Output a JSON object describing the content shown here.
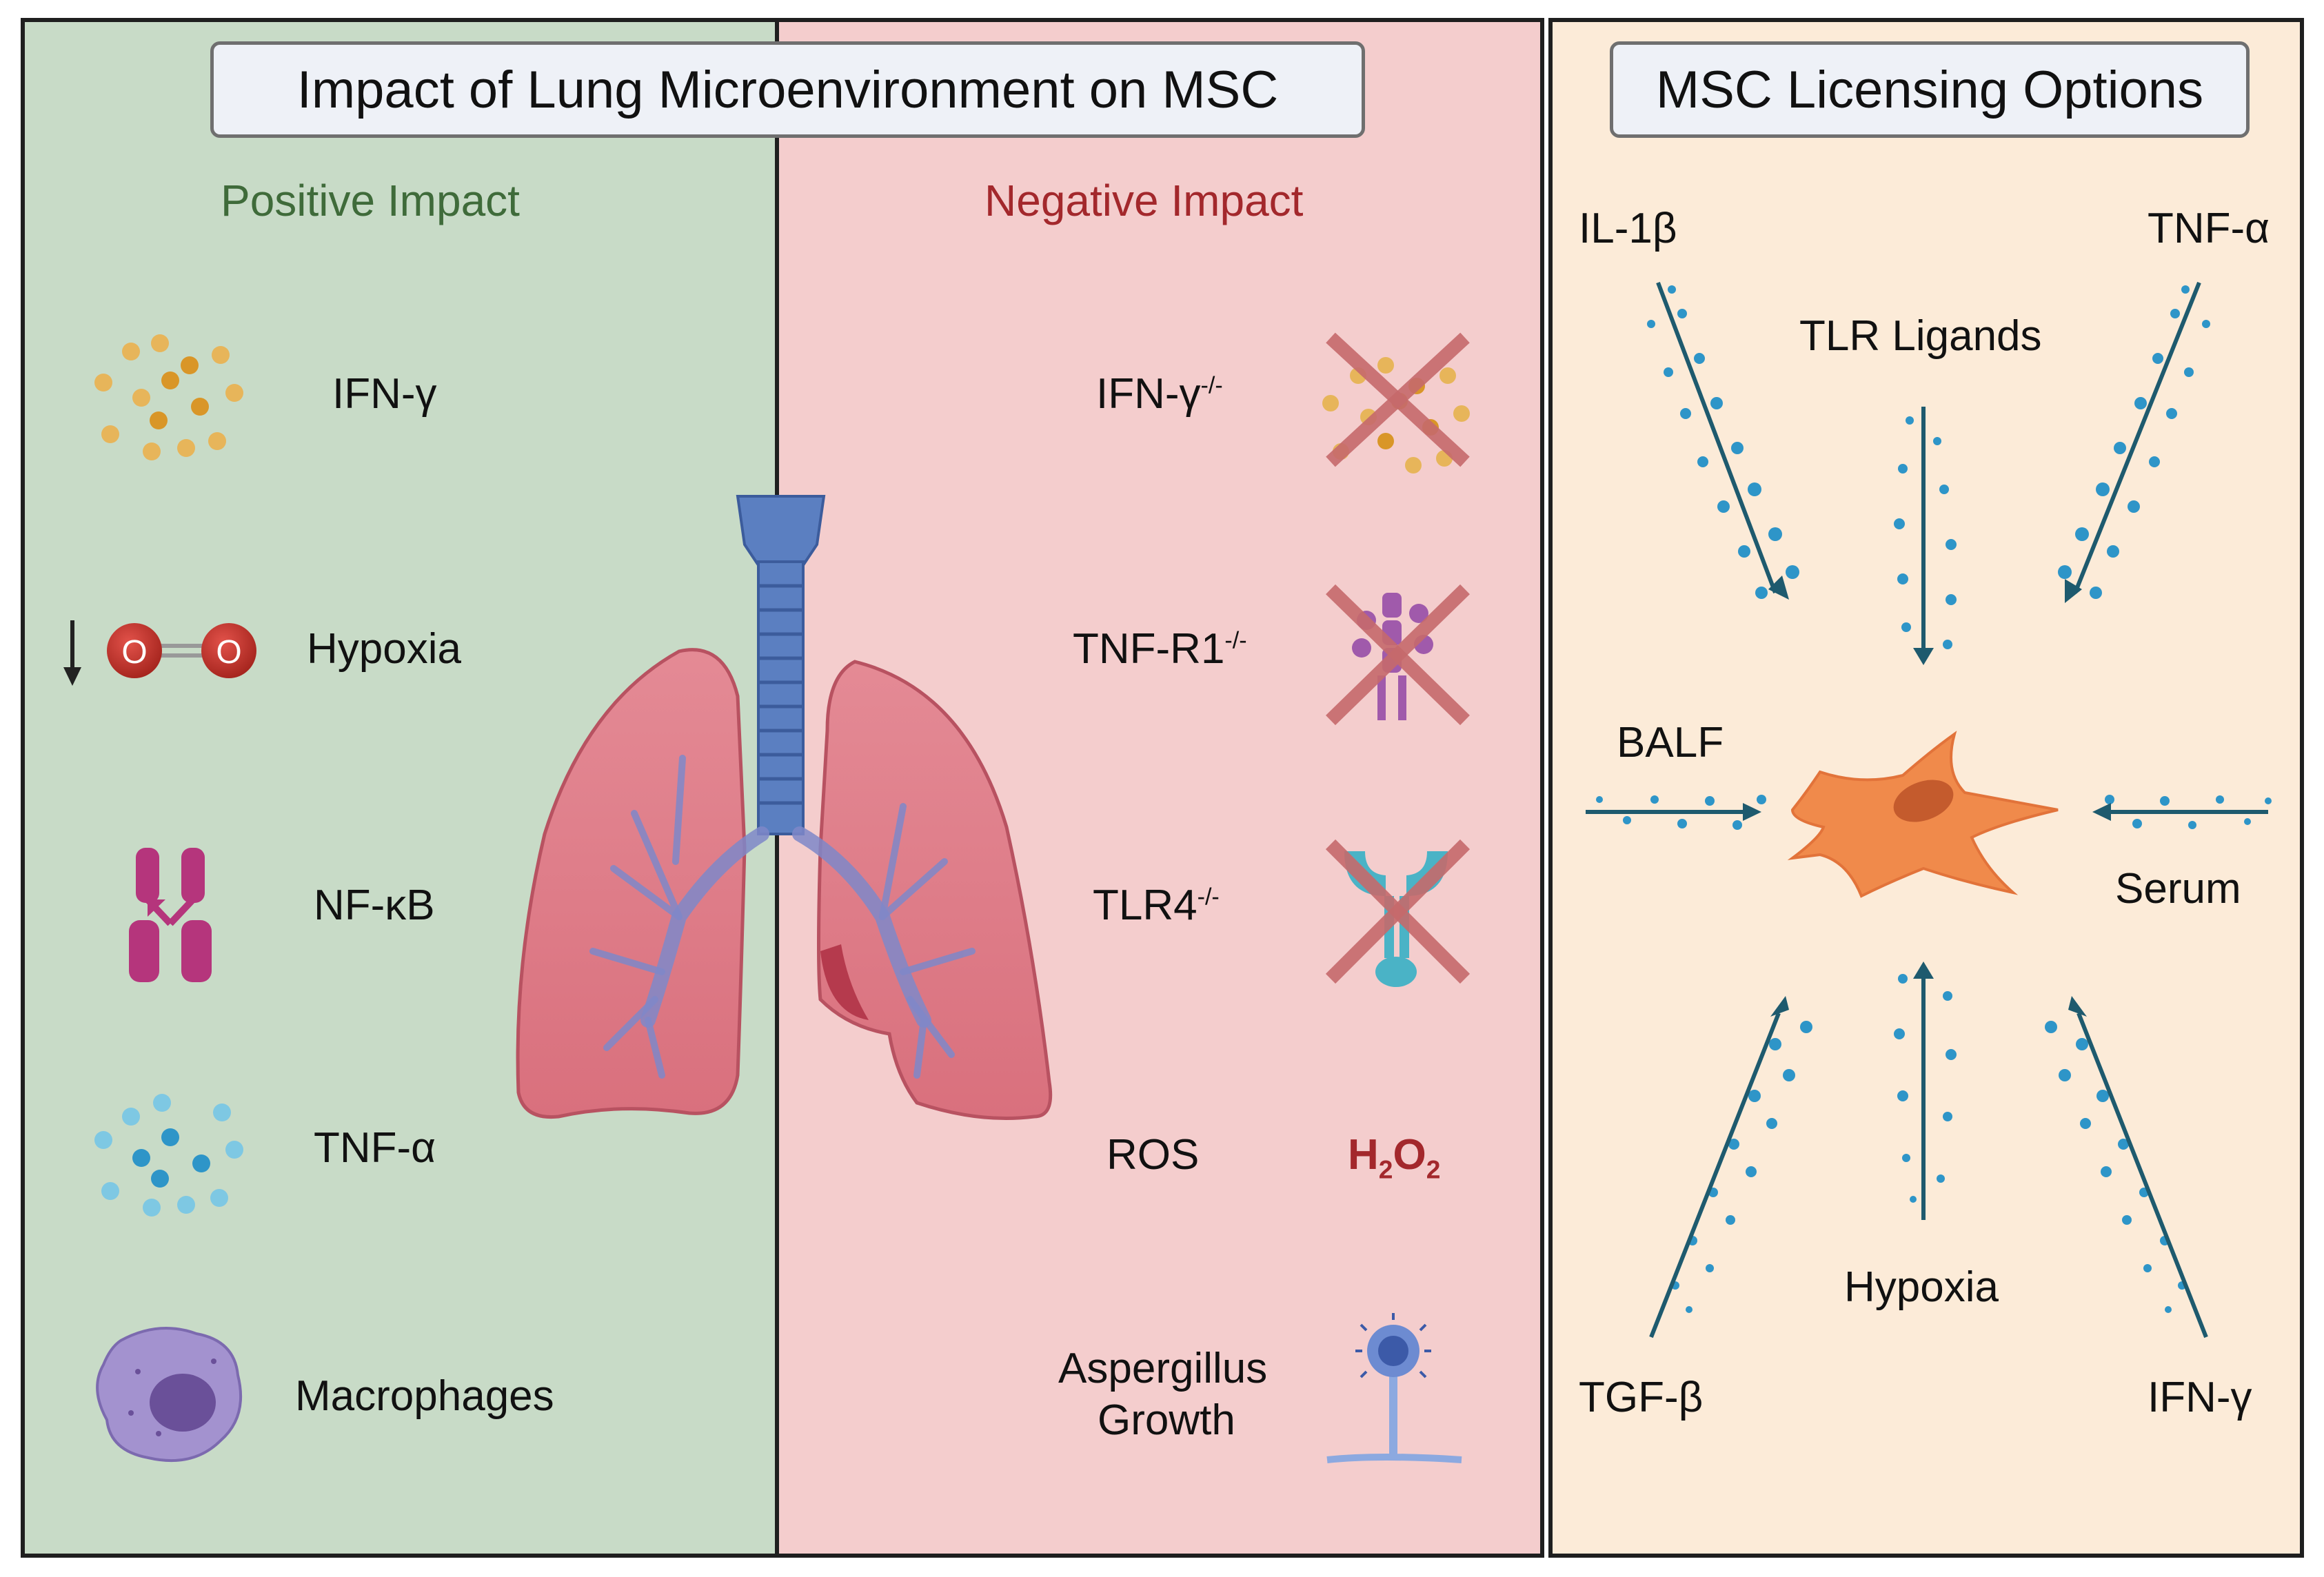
{
  "left_panel": {
    "title": "Impact of Lung Microenvironment on MSC",
    "heading": "Positive Impact",
    "heading_color": "#3f6b3a",
    "items": [
      "IFN-γ",
      "Hypoxia",
      "NF-κB",
      "TNF-α",
      "Macrophages"
    ]
  },
  "middle_panel": {
    "heading": "Negative Impact",
    "heading_color": "#a3282c",
    "items": [
      {
        "base": "IFN-γ",
        "sup": "-/-"
      },
      {
        "base": "TNF-R1",
        "sup": "-/-"
      },
      {
        "base": "TLR4",
        "sup": "-/-"
      },
      {
        "base": "ROS"
      },
      {
        "line1": "Aspergillus",
        "line2": "Growth"
      }
    ],
    "ros_formula": {
      "a": "H",
      "sub1": "2",
      "b": "O",
      "sub2": "2"
    },
    "ros_color": "#a3282c"
  },
  "right_panel": {
    "title": "MSC Licensing Options",
    "labels": {
      "il1b": "IL-1β",
      "tnfa": "TNF-α",
      "tlr": "TLR Ligands",
      "balf": "BALF",
      "serum": "Serum",
      "tgfb": "TGF-β",
      "hypoxia": "Hypoxia",
      "ifng": "IFN-γ"
    },
    "cell_color": "#f08a4b",
    "arrow_color": "#1e5a6e"
  },
  "oxygen_label": "O"
}
